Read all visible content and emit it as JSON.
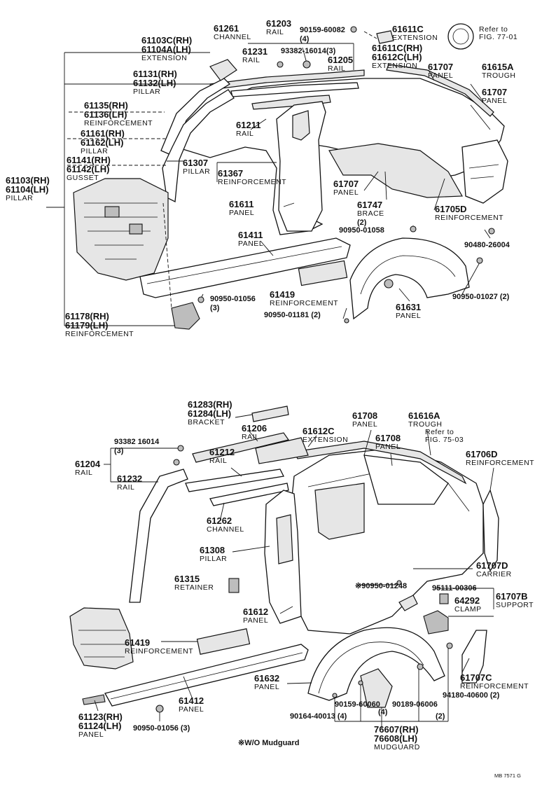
{
  "top": {
    "labels": [
      {
        "id": "t-61261",
        "lines": [
          "61261",
          "CHANNEL"
        ]
      },
      {
        "id": "t-61203",
        "lines": [
          "61203",
          "RAIL"
        ]
      },
      {
        "id": "t-90159a",
        "lines": [
          "90159-60082",
          "(4)"
        ]
      },
      {
        "id": "t-61611c",
        "lines": [
          "61611C",
          "EXTENSION"
        ]
      },
      {
        "id": "t-ref7701",
        "lines": [
          "Refer to",
          "FIG. 77-01"
        ]
      },
      {
        "id": "t-61103c",
        "lines": [
          "61103C(RH)",
          "61104A(LH)",
          "EXTENSION"
        ]
      },
      {
        "id": "t-61231",
        "lines": [
          "61231",
          "RAIL"
        ]
      },
      {
        "id": "t-93382a",
        "lines": [
          "93382-16014(3)"
        ]
      },
      {
        "id": "t-61611crh",
        "lines": [
          "61611C(RH)",
          "61612C(LH)",
          "EXTENSION"
        ]
      },
      {
        "id": "t-61205",
        "lines": [
          "61205",
          "RAIL"
        ]
      },
      {
        "id": "t-61707a",
        "lines": [
          "61707",
          "PANEL"
        ]
      },
      {
        "id": "t-61615a",
        "lines": [
          "61615A",
          "TROUGH"
        ]
      },
      {
        "id": "t-61131",
        "lines": [
          "61131(RH)",
          "61132(LH)",
          "PILLAR"
        ]
      },
      {
        "id": "t-61707b",
        "lines": [
          "61707",
          "PANEL"
        ]
      },
      {
        "id": "t-61135",
        "lines": [
          "61135(RH)",
          "61136(LH)",
          "REINFORCEMENT"
        ]
      },
      {
        "id": "t-61211",
        "lines": [
          "61211",
          "RAIL"
        ]
      },
      {
        "id": "t-61161",
        "lines": [
          "61161(RH)",
          "61162(LH)",
          "PILLAR"
        ]
      },
      {
        "id": "t-61141",
        "lines": [
          "61141(RH)",
          "61142(LH)",
          "GUSSET"
        ]
      },
      {
        "id": "t-61307",
        "lines": [
          "61307",
          "PILLAR"
        ]
      },
      {
        "id": "t-61367",
        "lines": [
          "61367",
          "REINFORCEMENT"
        ]
      },
      {
        "id": "t-61103",
        "lines": [
          "61103(RH)",
          "61104(LH)",
          "PILLAR"
        ]
      },
      {
        "id": "t-61707c",
        "lines": [
          "61707",
          "PANEL"
        ]
      },
      {
        "id": "t-61747",
        "lines": [
          "61747",
          "BRACE",
          "(2)"
        ]
      },
      {
        "id": "t-61705d",
        "lines": [
          "61705D",
          "REINFORCEMENT"
        ]
      },
      {
        "id": "t-61611",
        "lines": [
          "61611",
          "PANEL"
        ]
      },
      {
        "id": "t-90950a",
        "lines": [
          "90950-01058"
        ]
      },
      {
        "id": "t-90480",
        "lines": [
          "90480-26004"
        ]
      },
      {
        "id": "t-61411",
        "lines": [
          "61411",
          "PANEL"
        ]
      },
      {
        "id": "t-90950b",
        "lines": [
          "90950-01056",
          "(3)"
        ]
      },
      {
        "id": "t-61419a",
        "lines": [
          "61419",
          "REINFORCEMENT"
        ]
      },
      {
        "id": "t-61631",
        "lines": [
          "61631",
          "PANEL"
        ]
      },
      {
        "id": "t-90950c",
        "lines": [
          "90950-01027 (2)"
        ]
      },
      {
        "id": "t-90950d",
        "lines": [
          "90950-01181 (2)"
        ]
      },
      {
        "id": "t-61178",
        "lines": [
          "61178(RH)",
          "61179(LH)",
          "REINFORCEMENT"
        ]
      }
    ]
  },
  "bottom": {
    "labels": [
      {
        "id": "b-61283",
        "lines": [
          "61283(RH)",
          "61284(LH)",
          "BRACKET"
        ]
      },
      {
        "id": "b-61206",
        "lines": [
          "61206",
          "RAIL"
        ]
      },
      {
        "id": "b-61612c",
        "lines": [
          "61612C",
          "EXTENSION"
        ]
      },
      {
        "id": "b-61708a",
        "lines": [
          "61708",
          "PANEL"
        ]
      },
      {
        "id": "b-61616a",
        "lines": [
          "61616A",
          "TROUGH"
        ]
      },
      {
        "id": "b-61708b",
        "lines": [
          "61708",
          "PANEL"
        ]
      },
      {
        "id": "b-ref7503",
        "lines": [
          "Refer to",
          "FIG. 75-03"
        ]
      },
      {
        "id": "b-93382",
        "lines": [
          "93382 16014",
          "(3)"
        ]
      },
      {
        "id": "b-61212",
        "lines": [
          "61212",
          "RAIL"
        ]
      },
      {
        "id": "b-61204",
        "lines": [
          "61204",
          "RAIL"
        ]
      },
      {
        "id": "b-61232",
        "lines": [
          "61232",
          "RAIL"
        ]
      },
      {
        "id": "b-61706d",
        "lines": [
          "61706D",
          "REINFORCEMENT"
        ]
      },
      {
        "id": "b-61262",
        "lines": [
          "61262",
          "CHANNEL"
        ]
      },
      {
        "id": "b-61308",
        "lines": [
          "61308",
          "PILLAR"
        ]
      },
      {
        "id": "b-61707d",
        "lines": [
          "61707D",
          "CARRIER"
        ]
      },
      {
        "id": "b-61315",
        "lines": [
          "61315",
          "RETAINER"
        ]
      },
      {
        "id": "b-90950e",
        "lines": [
          "※90950-01248"
        ]
      },
      {
        "id": "b-95111",
        "lines": [
          "95111-00306"
        ]
      },
      {
        "id": "b-64292",
        "lines": [
          "64292",
          "CLAMP"
        ]
      },
      {
        "id": "b-61707b",
        "lines": [
          "61707B",
          "SUPPORT"
        ]
      },
      {
        "id": "b-61612",
        "lines": [
          "61612",
          "PANEL"
        ]
      },
      {
        "id": "b-61419",
        "lines": [
          "61419",
          "REINFORCEMENT"
        ]
      },
      {
        "id": "b-61632",
        "lines": [
          "61632",
          "PANEL"
        ]
      },
      {
        "id": "b-61707c",
        "lines": [
          "61707C",
          "REINFORCEMENT"
        ]
      },
      {
        "id": "b-94180",
        "lines": [
          "94180-40600 (2)"
        ]
      },
      {
        "id": "b-90159",
        "lines": [
          "90159-60060"
        ]
      },
      {
        "id": "b-90189",
        "lines": [
          "90189-06006"
        ]
      },
      {
        "id": "b-qty4",
        "lines": [
          "(4)"
        ]
      },
      {
        "id": "b-qty2",
        "lines": [
          "(2)"
        ]
      },
      {
        "id": "b-90164",
        "lines": [
          "90164-40013 (4)"
        ]
      },
      {
        "id": "b-61412",
        "lines": [
          "61412",
          "PANEL"
        ]
      },
      {
        "id": "b-90950f",
        "lines": [
          "90950-01056 (3)"
        ]
      },
      {
        "id": "b-61123",
        "lines": [
          "61123(RH)",
          "61124(LH)",
          "PANEL"
        ]
      },
      {
        "id": "b-76607",
        "lines": [
          "76607(RH)",
          "76608(LH)",
          "MUDGUARD"
        ]
      }
    ]
  },
  "footnote": "※W/O Mudguard",
  "figure_code": "MB 7571 G"
}
